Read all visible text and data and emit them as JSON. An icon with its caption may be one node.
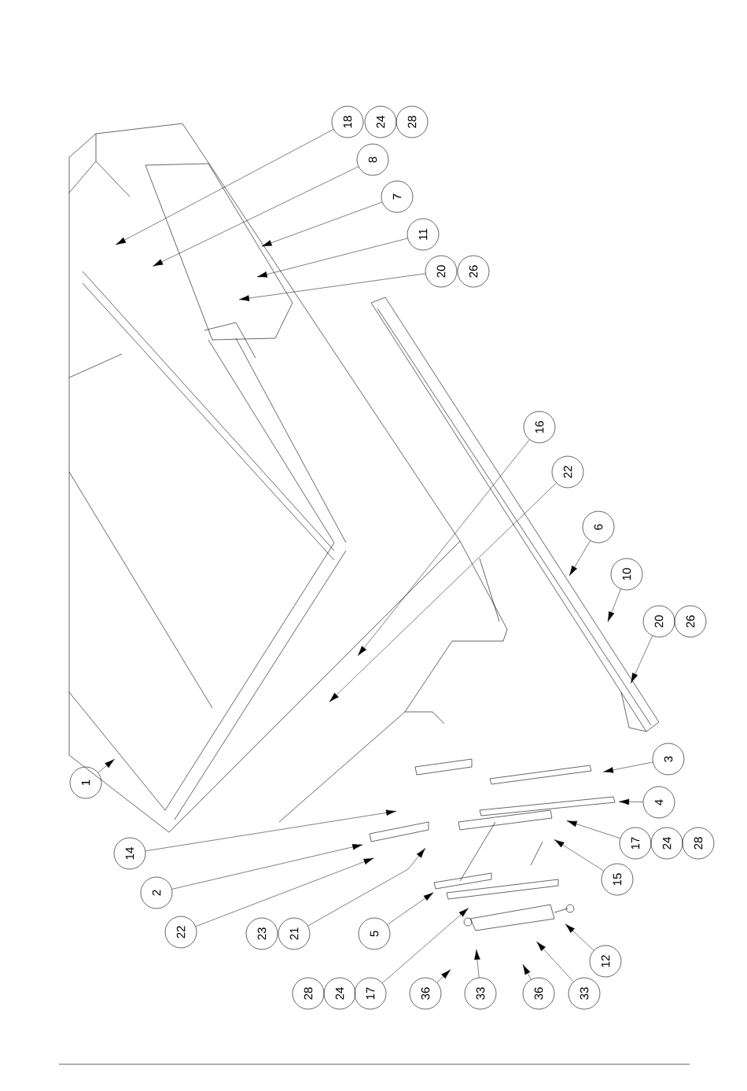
{
  "diagram": {
    "nodes": [
      {
        "text": [
          "18"
        ]
      },
      {
        "text": [
          "24"
        ]
      },
      {
        "text": [
          "28"
        ]
      },
      {
        "text": [
          "8"
        ]
      },
      {
        "text": [
          "7"
        ]
      },
      {
        "text": [
          "11"
        ]
      },
      {
        "text": [
          "20"
        ]
      },
      {
        "text": [
          "26"
        ]
      },
      {
        "text": [
          "16"
        ]
      },
      {
        "text": [
          "22"
        ]
      },
      {
        "text": [
          "6"
        ]
      },
      {
        "text": [
          "10"
        ]
      },
      {
        "text": [
          "20"
        ]
      },
      {
        "text": [
          "26"
        ]
      },
      {
        "text": [
          "3"
        ]
      },
      {
        "text": [
          "1"
        ]
      },
      {
        "text": [
          "4"
        ]
      },
      {
        "text": [
          "14"
        ]
      },
      {
        "text": [
          "17"
        ]
      },
      {
        "text": [
          "24"
        ]
      },
      {
        "text": [
          "28"
        ]
      },
      {
        "text": [
          "15"
        ]
      },
      {
        "text": [
          "2"
        ]
      },
      {
        "text": [
          "22"
        ]
      },
      {
        "text": [
          "23"
        ]
      },
      {
        "text": [
          "21"
        ]
      },
      {
        "text": [
          "5"
        ]
      },
      {
        "text": [
          "12"
        ]
      },
      {
        "text": [
          "28"
        ]
      },
      {
        "text": [
          "24"
        ]
      },
      {
        "text": [
          "17"
        ]
      },
      {
        "text": [
          "36"
        ]
      },
      {
        "text": [
          "33"
        ]
      },
      {
        "text": [
          "36"
        ]
      },
      {
        "text": [
          "33"
        ]
      }
    ],
    "edges": [
      {
        "from": 0,
        "to": null,
        "arrow": "to"
      },
      {
        "from": 3,
        "to": null,
        "arrow": "to"
      },
      {
        "from": 4,
        "to": null,
        "arrow": "to"
      },
      {
        "from": 5,
        "to": null,
        "arrow": "to"
      },
      {
        "from": 6,
        "to": null,
        "arrow": "to"
      },
      {
        "from": 8,
        "to": null,
        "arrow": "to"
      },
      {
        "from": 9,
        "to": null,
        "arrow": "to"
      },
      {
        "from": 10,
        "to": null,
        "arrow": "to"
      },
      {
        "from": 11,
        "to": null,
        "arrow": "to"
      },
      {
        "from": 12,
        "to": null,
        "arrow": "to"
      },
      {
        "from": 14,
        "to": null,
        "arrow": "to"
      },
      {
        "from": 15,
        "to": null,
        "arrow": "to"
      },
      {
        "from": 16,
        "to": null,
        "arrow": "to"
      },
      {
        "from": 17,
        "to": null,
        "arrow": "to"
      },
      {
        "from": 18,
        "to": null,
        "arrow": "to"
      },
      {
        "from": 21,
        "to": null,
        "arrow": "to"
      },
      {
        "from": 22,
        "to": null,
        "arrow": "to"
      },
      {
        "from": 23,
        "to": null,
        "arrow": "to"
      },
      {
        "from": 25,
        "to": null,
        "arrow": "to"
      },
      {
        "from": 26,
        "to": null,
        "arrow": "to"
      },
      {
        "from": 27,
        "to": null,
        "arrow": "to"
      },
      {
        "from": 30,
        "to": null,
        "arrow": "to"
      },
      {
        "from": 31,
        "to": null,
        "arrow": "to"
      },
      {
        "from": 32,
        "to": null,
        "arrow": "to"
      },
      {
        "from": 33,
        "to": null,
        "arrow": "to"
      },
      {
        "from": 34,
        "to": null,
        "arrow": "to"
      }
    ]
  }
}
